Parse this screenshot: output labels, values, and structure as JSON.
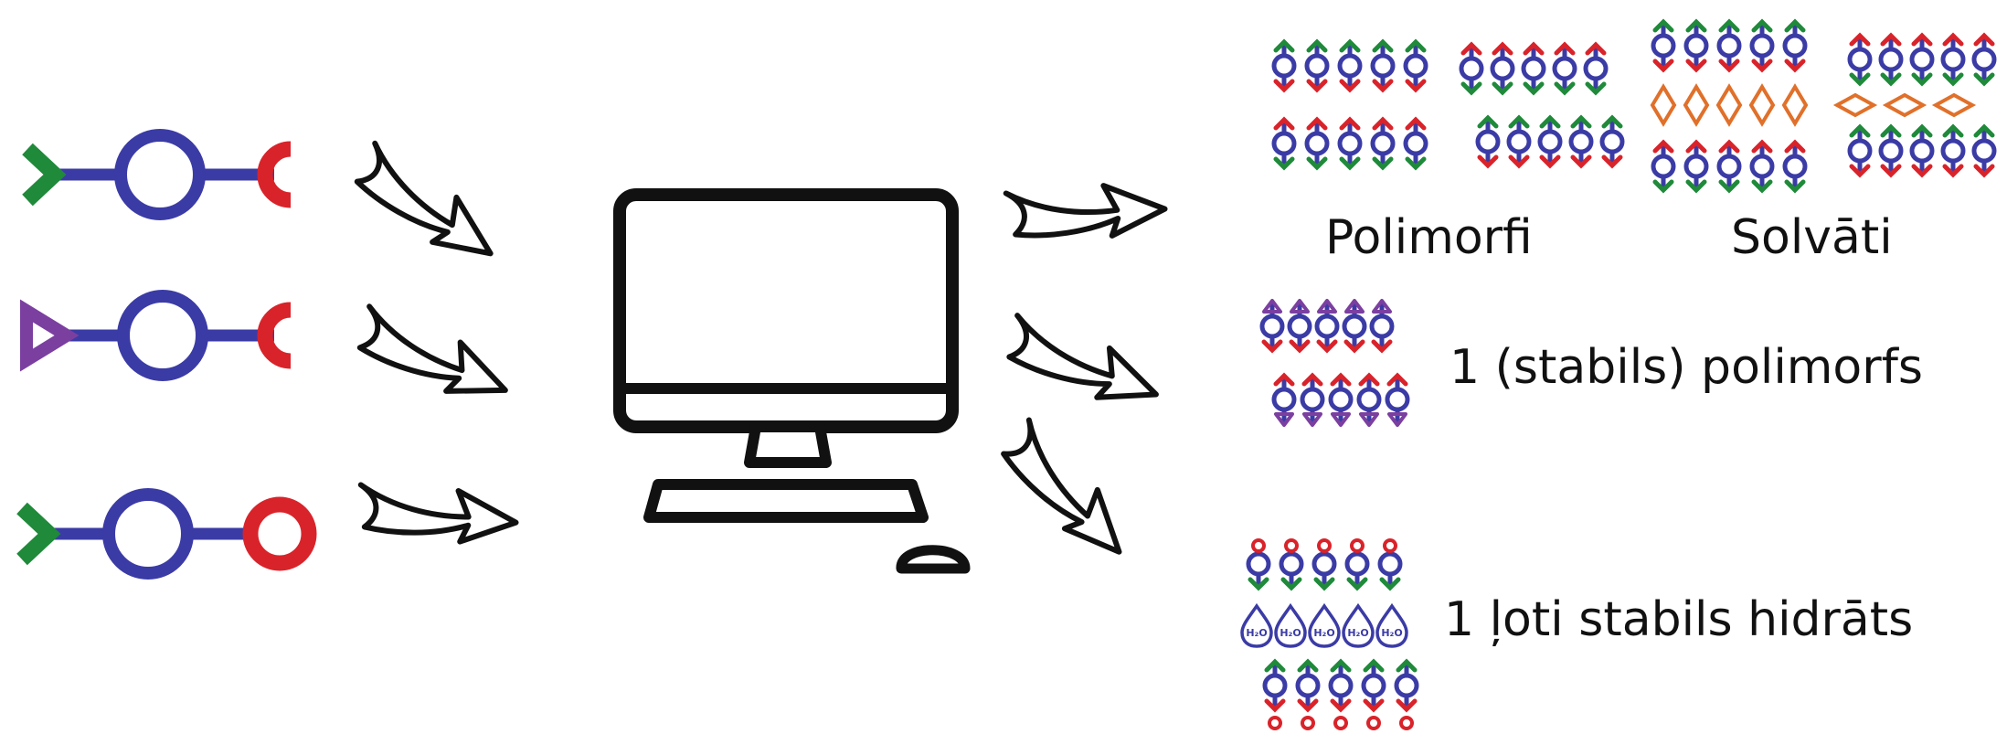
{
  "colors": {
    "molecule": "#3b3ba6",
    "red": "#d9232a",
    "green": "#1f8a3a",
    "purple": "#7b3fa0",
    "orange": "#e0702a",
    "outline": "#111111"
  },
  "inputs": [
    {
      "left_group": "green-chevron",
      "right_group": "red-half-ring"
    },
    {
      "left_group": "purple-triangle",
      "right_group": "red-half-ring"
    },
    {
      "left_group": "green-chevron",
      "right_group": "red-ring"
    }
  ],
  "computer": {
    "icon": "desktop-computer-icon"
  },
  "outcomes": {
    "polymorphs_label": "Polimorfi",
    "solvates_label": "Solvāti",
    "stable_polymorph_label": "1 (stabils) polimorfs",
    "hydrate_label": "1 ļoti stabils hidrāts",
    "water_label": "H₂O"
  }
}
